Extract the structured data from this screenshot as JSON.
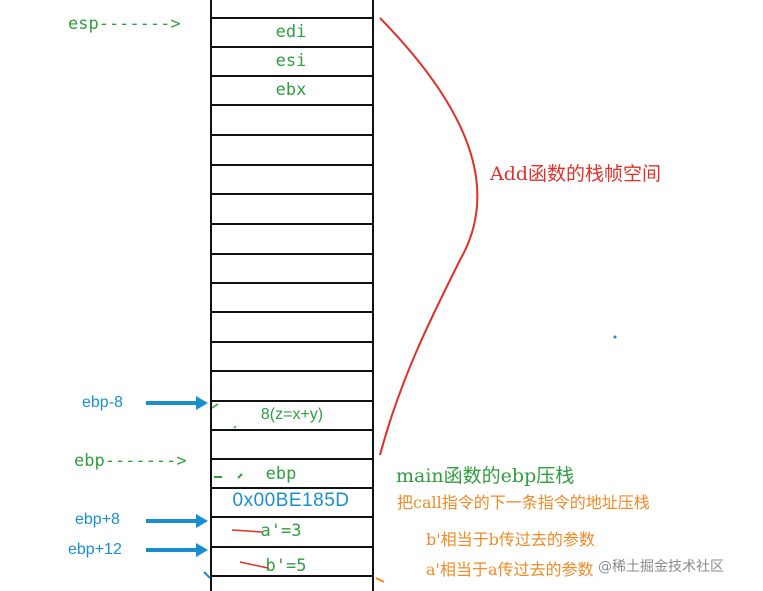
{
  "stack_cells": {
    "edi": "edi",
    "esi": "esi",
    "ebx": "ebx",
    "z": "8(z=x+y)",
    "ebp": "ebp",
    "ret_addr": "0x00BE185D",
    "a": "a'=3",
    "b": "b'=5"
  },
  "pointers": {
    "esp": "esp------->",
    "ebp_minus_8": "ebp-8",
    "ebp": "ebp------->",
    "ebp_plus_8": "ebp+8",
    "ebp_plus_12": "ebp+12"
  },
  "annotations": {
    "add_frame": "Add函数的栈帧空间",
    "main_ebp_push": "main函数的ebp压栈",
    "call_next_push": "把call指令的下一条指令的地址压栈",
    "b_param": "b'相当于b传过去的参数",
    "a_param": "a'相当于a传过去的参数"
  },
  "watermark": "@稀土掘金技术社区",
  "colors": {
    "green": "#2e9e3e",
    "blue": "#1a8fd0",
    "red": "#e0302a",
    "orange": "#f08a24",
    "black": "#111111"
  }
}
